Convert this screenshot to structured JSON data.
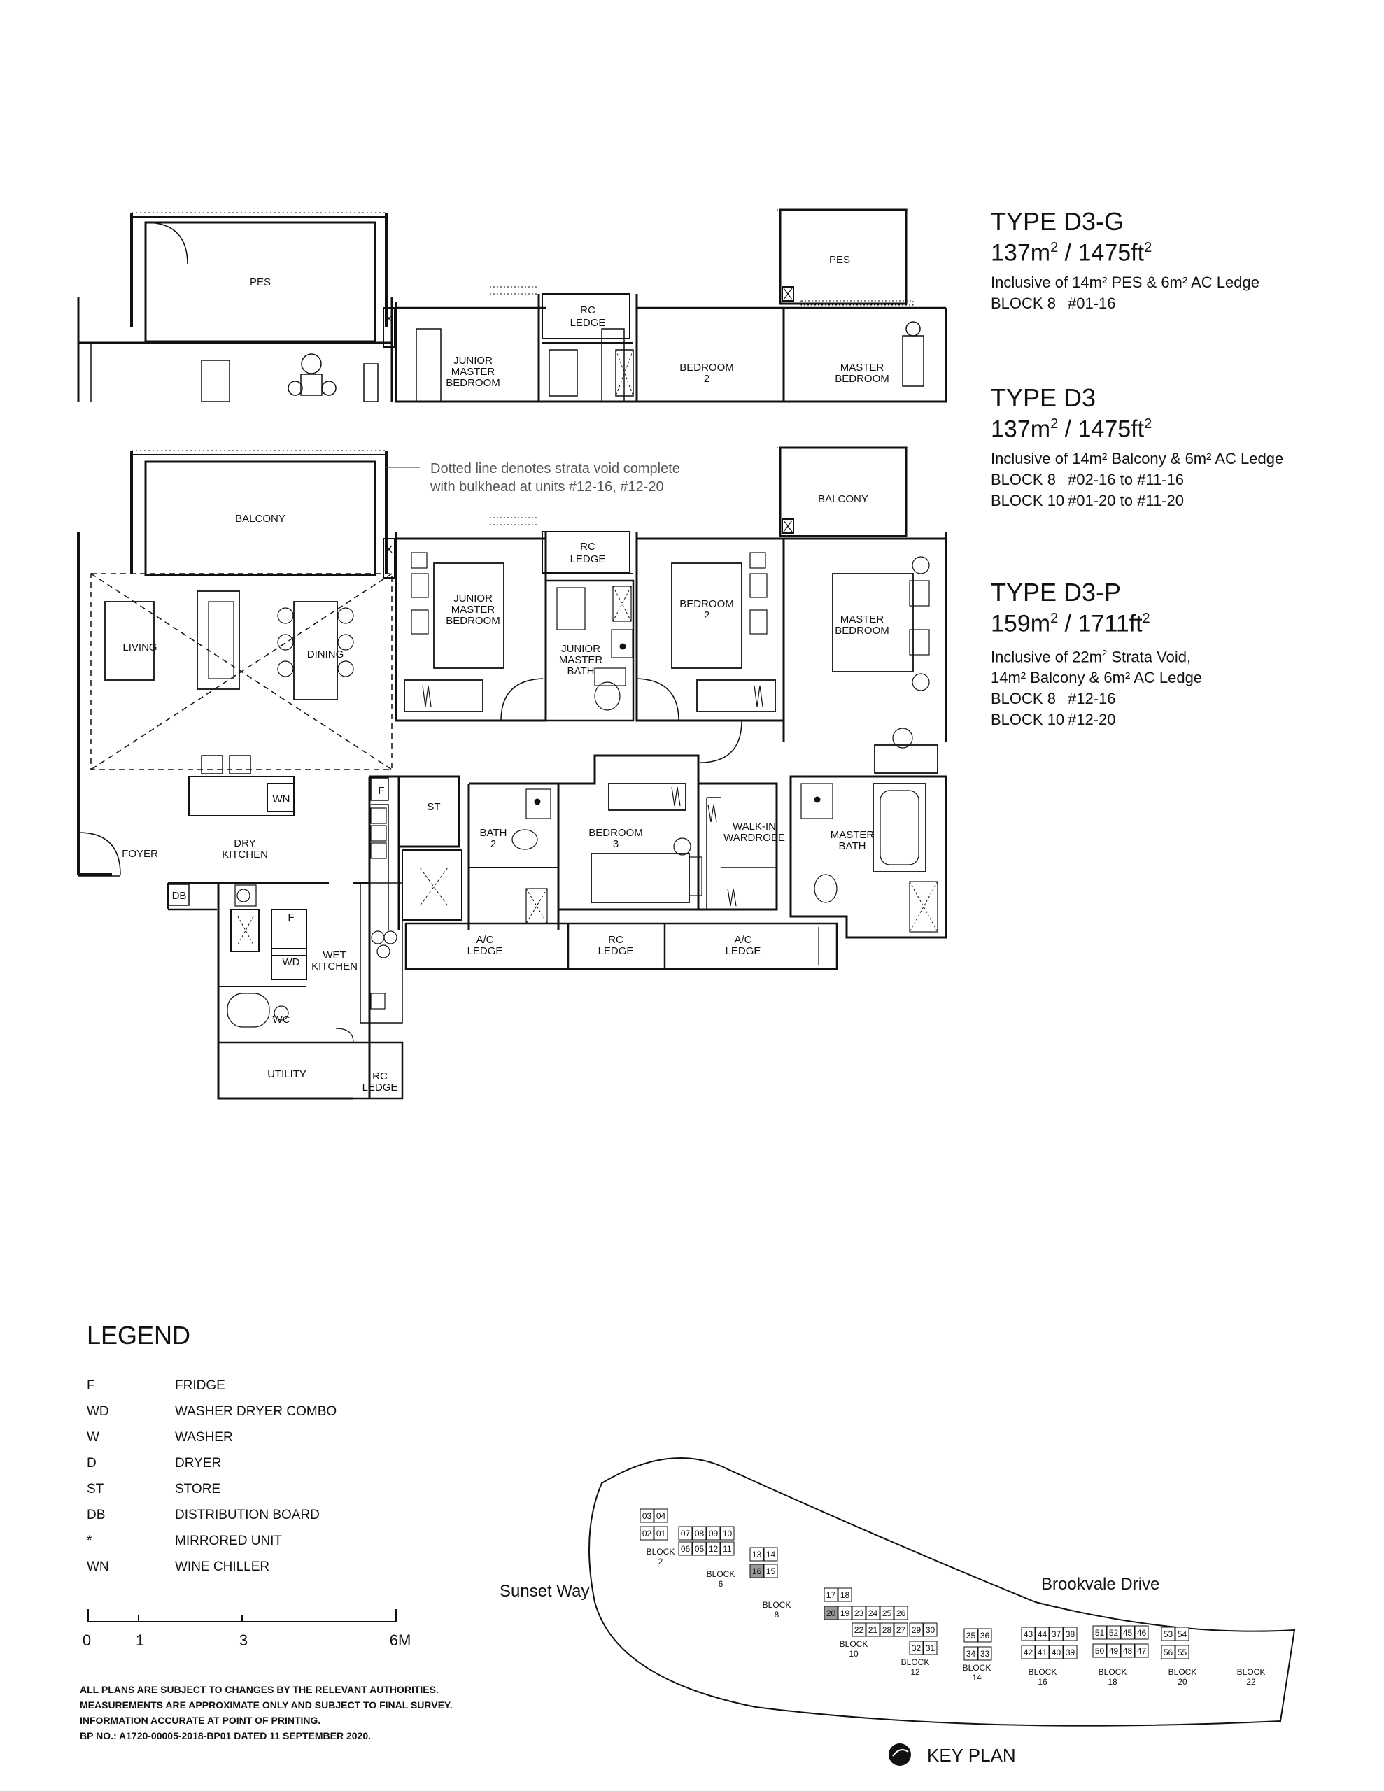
{
  "types": [
    {
      "title": "TYPE D3-G",
      "area": "137m",
      "area_sup": "2",
      "area_ft": " / 1475ft",
      "area_ft_sup": "2",
      "note": "Inclusive of 14m² PES & 6m² AC Ledge",
      "blocks": [
        {
          "b": "BLOCK 8",
          "u": "#01-16"
        }
      ]
    },
    {
      "title": "TYPE D3",
      "area": "137m",
      "area_sup": "2",
      "area_ft": " / 1475ft",
      "area_ft_sup": "2",
      "note": "Inclusive of 14m² Balcony & 6m² AC Ledge",
      "blocks": [
        {
          "b": "BLOCK 8",
          "u": "#02-16 to #11-16"
        },
        {
          "b": "BLOCK 10",
          "u": "#01-20 to #11-20"
        }
      ]
    },
    {
      "title": "TYPE D3-P",
      "area": "159m",
      "area_sup": "2",
      "area_ft": " / 1711ft",
      "area_ft_sup": "2",
      "note_a": "Inclusive of 22m",
      "note_sup": "2",
      "note_b": " Strata Void,",
      "note2": "14m² Balcony & 6m² AC Ledge",
      "blocks": [
        {
          "b": "BLOCK 8",
          "u": "#12-16"
        },
        {
          "b": "BLOCK 10",
          "u": "#12-20"
        }
      ]
    }
  ],
  "plan_top": {
    "pes_left": "PES",
    "pes_right": "PES",
    "rc_ledge": [
      "RC",
      "LEDGE"
    ],
    "junior_master": [
      "JUNIOR",
      "MASTER",
      "BEDROOM"
    ],
    "bedroom2": [
      "BEDROOM",
      "2"
    ],
    "master": [
      "MASTER",
      "BEDROOM"
    ]
  },
  "plan_main": {
    "annotation": [
      "Dotted line denotes strata void complete",
      "with bulkhead at units #12-16, #12-20"
    ],
    "balcony_left": "BALCONY",
    "balcony_right": "BALCONY",
    "rc_ledge_top": [
      "RC",
      "LEDGE"
    ],
    "junior_master": [
      "JUNIOR",
      "MASTER",
      "BEDROOM"
    ],
    "junior_master_bath": [
      "JUNIOR",
      "MASTER",
      "BATH"
    ],
    "bedroom2": [
      "BEDROOM",
      "2"
    ],
    "master": [
      "MASTER",
      "BEDROOM"
    ],
    "living": "LIVING",
    "dining": "DINING",
    "foyer": "FOYER",
    "dry_kitchen": [
      "DRY",
      "KITCHEN"
    ],
    "wn": "WN",
    "f": "F",
    "db": "DB",
    "st": "ST",
    "bath2": [
      "BATH",
      "2"
    ],
    "bedroom3": [
      "BEDROOM",
      "3"
    ],
    "walkin": [
      "WALK-IN",
      "WARDROBE"
    ],
    "master_bath": [
      "MASTER",
      "BATH"
    ],
    "ac_ledge": [
      "A/C",
      "LEDGE"
    ],
    "rc_ledge_bottom": [
      "RC",
      "LEDGE"
    ],
    "wd": "WD",
    "wet_kitchen": [
      "WET",
      "KITCHEN"
    ],
    "wc": "WC",
    "utility": "UTILITY",
    "rc_ledge_util": [
      "RC",
      "LEDGE"
    ]
  },
  "legend": {
    "title": "LEGEND",
    "items": [
      {
        "k": "F",
        "v": "FRIDGE"
      },
      {
        "k": "WD",
        "v": "WASHER DRYER COMBO"
      },
      {
        "k": "W",
        "v": "WASHER"
      },
      {
        "k": "D",
        "v": "DRYER"
      },
      {
        "k": "ST",
        "v": "STORE"
      },
      {
        "k": "DB",
        "v": "DISTRIBUTION BOARD"
      },
      {
        "k": "*",
        "v": "MIRRORED UNIT"
      },
      {
        "k": "WN",
        "v": "WINE CHILLER"
      }
    ],
    "scale": [
      "0",
      "1",
      "3",
      "6M"
    ]
  },
  "footnote": [
    "ALL PLANS ARE SUBJECT TO CHANGES BY THE RELEVANT AUTHORITIES.",
    "MEASUREMENTS ARE APPROXIMATE ONLY AND SUBJECT TO FINAL SURVEY.",
    "INFORMATION ACCURATE AT POINT OF PRINTING.",
    "BP NO.: A1720-00005-2018-BP01 DATED 11 SEPTEMBER 2020."
  ],
  "keyplan": {
    "sunset": "Sunset Way",
    "brookvale": "Brookvale Drive",
    "title": "KEY PLAN",
    "blocks": [
      "BLOCK 2",
      "BLOCK 6",
      "BLOCK 8",
      "BLOCK 10",
      "BLOCK 12",
      "BLOCK 14",
      "BLOCK 16",
      "BLOCK 18",
      "BLOCK 20",
      "BLOCK 22"
    ],
    "units": [
      "03",
      "04",
      "02",
      "01",
      "07",
      "08",
      "09",
      "10",
      "06",
      "05",
      "12",
      "11",
      "13",
      "14",
      "16",
      "15",
      "17",
      "18",
      "20",
      "19",
      "23",
      "24",
      "25",
      "26",
      "22",
      "21",
      "28",
      "27",
      "29",
      "30",
      "32",
      "31",
      "35",
      "36",
      "34",
      "33",
      "43",
      "44",
      "37",
      "38",
      "42",
      "41",
      "40",
      "39",
      "51",
      "52",
      "45",
      "46",
      "50",
      "49",
      "48",
      "47",
      "53",
      "54",
      "56",
      "55"
    ]
  }
}
